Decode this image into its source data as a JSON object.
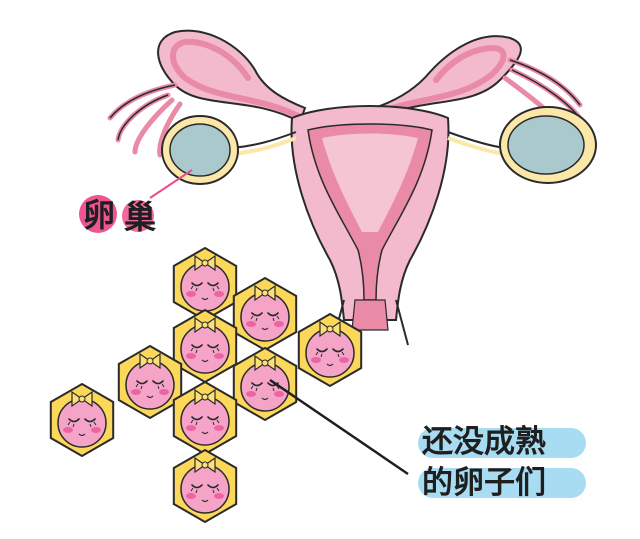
{
  "labels": {
    "ovary": {
      "chars": [
        "卵",
        "巢"
      ]
    },
    "immature_eggs": {
      "line1": "还没成熟",
      "line2": "的卵子们"
    }
  },
  "colors": {
    "uterus_outer": "#f3b9cc",
    "uterus_mid": "#e98aa6",
    "uterus_inner": "#f6cbd8",
    "outline": "#2a2a2a",
    "ovary_fill": "#a9c9cc",
    "ovary_ring": "#fbe7a8",
    "hex_fill": "#fbd75a",
    "egg_face": "#f5a3c7",
    "cheek": "#e8559a",
    "bow": "#fbe07a",
    "ovary_label_bubble": "#ec4d8d",
    "egg_label_bubble": "#a8dcf2"
  },
  "egg_cells": {
    "count": 9,
    "face_expression": "sleeping-smile",
    "accessory": "bow"
  }
}
